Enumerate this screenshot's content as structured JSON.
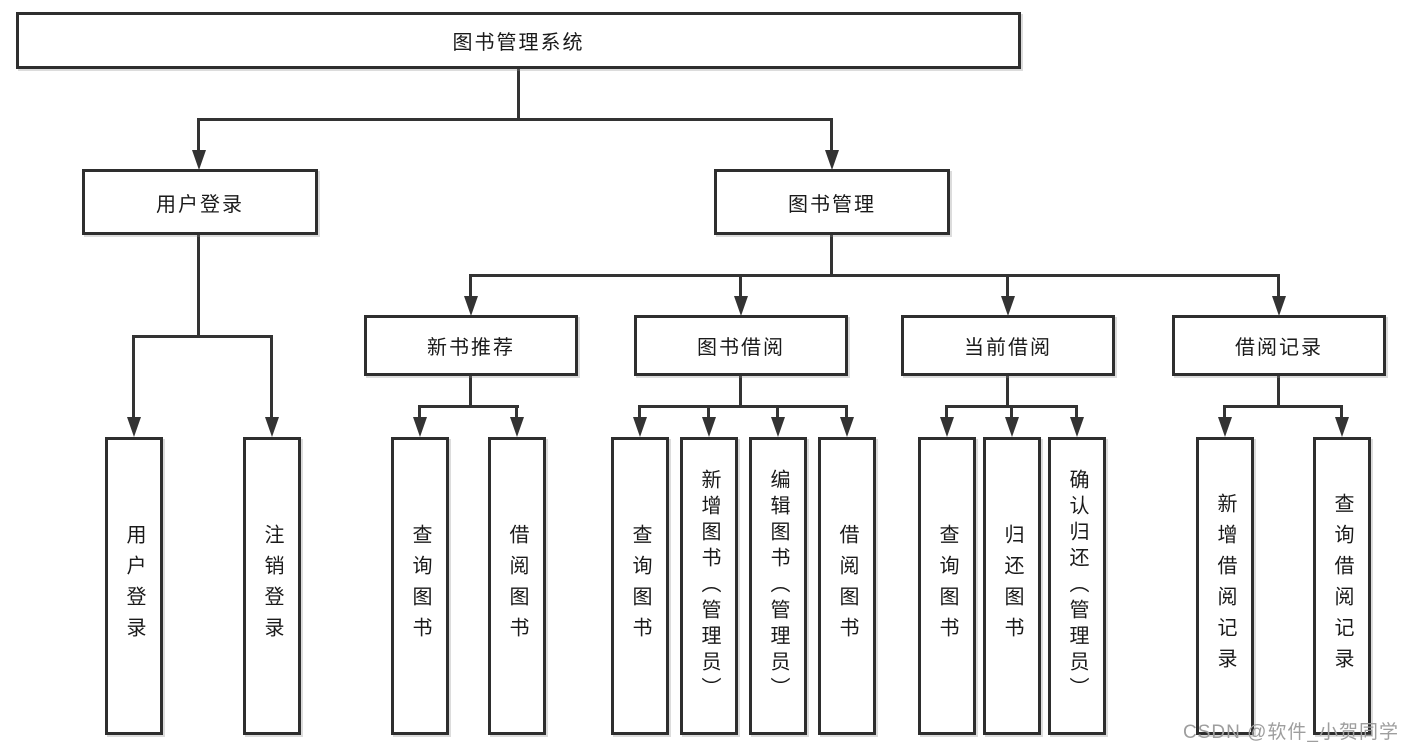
{
  "colors": {
    "line": "#333333",
    "box_border": "#2e2e2e",
    "text": "#1a1a1a",
    "watermark": "#9e9e9e",
    "background": "#ffffff"
  },
  "tree": {
    "label": "图书管理系统",
    "children": [
      {
        "label": "用户登录",
        "children": [
          {
            "label": "用户登录"
          },
          {
            "label": "注销登录"
          }
        ]
      },
      {
        "label": "图书管理",
        "children": [
          {
            "label": "新书推荐",
            "children": [
              {
                "label": "查询图书"
              },
              {
                "label": "借阅图书"
              }
            ]
          },
          {
            "label": "图书借阅",
            "children": [
              {
                "label": "查询图书"
              },
              {
                "label": "新增图书（管理员）"
              },
              {
                "label": "编辑图书（管理员）"
              },
              {
                "label": "借阅图书"
              }
            ]
          },
          {
            "label": "当前借阅",
            "children": [
              {
                "label": "查询图书"
              },
              {
                "label": "归还图书"
              },
              {
                "label": "确认归还（管理员）"
              }
            ]
          },
          {
            "label": "借阅记录",
            "children": [
              {
                "label": "新增借阅记录"
              },
              {
                "label": "查询借阅记录"
              }
            ]
          }
        ]
      }
    ]
  },
  "watermark": {
    "text": "CSDN @软件_小贺同学"
  }
}
